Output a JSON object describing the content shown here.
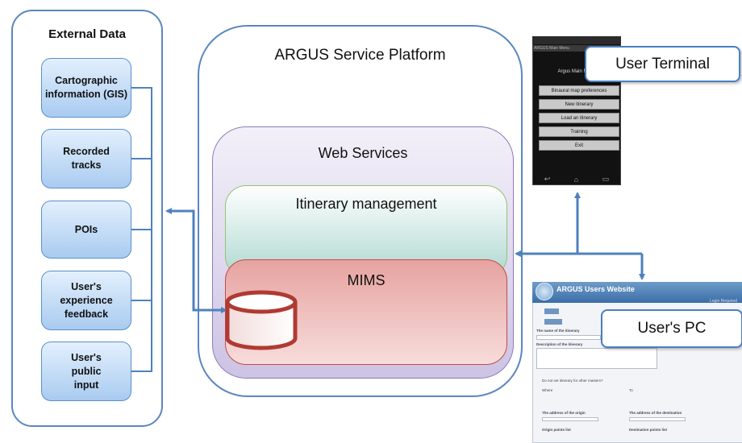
{
  "external_data": {
    "title": "External Data",
    "items": [
      {
        "label": "Cartographic information (GIS)"
      },
      {
        "label": "Recorded tracks"
      },
      {
        "label": "POIs"
      },
      {
        "label": "User's experience feedback"
      },
      {
        "label": "User's public input"
      }
    ]
  },
  "platform": {
    "title": "ARGUS Service Platform",
    "web_services": {
      "title": "Web Services",
      "itinerary": "Itinerary management",
      "mims": "MIMS"
    }
  },
  "user_terminal": {
    "label": "User Terminal",
    "screen": {
      "header": "ARGUS Main Menu",
      "heading": "Argus Main Menu",
      "buttons": [
        "Binaural map preferences",
        "New itinerary",
        "Load an itinerary",
        "Training",
        "Exit"
      ]
    }
  },
  "user_pc": {
    "label": "User's PC",
    "website": {
      "title": "ARGUS Users Website",
      "login": "Login Required",
      "name_label": "The name of the itinerary",
      "description_label": "Description of the itinerary",
      "checkbox_label": "Do not set itinerary for other masters?",
      "origin_heading": "Where",
      "destination_heading": "To",
      "origin_address": "The address of the origin",
      "destination_address": "The address of the destination",
      "origin_points": "Origin points list",
      "destination_points": "Destination points list"
    }
  },
  "colors": {
    "frame_blue": "#5b86c0",
    "arrow_blue": "#4f81bd",
    "web_services_purple": "#cdc3e4",
    "itinerary_teal": "#aed8d0",
    "mims_red": "#e6a3a0",
    "database_red": "#b03a32"
  }
}
